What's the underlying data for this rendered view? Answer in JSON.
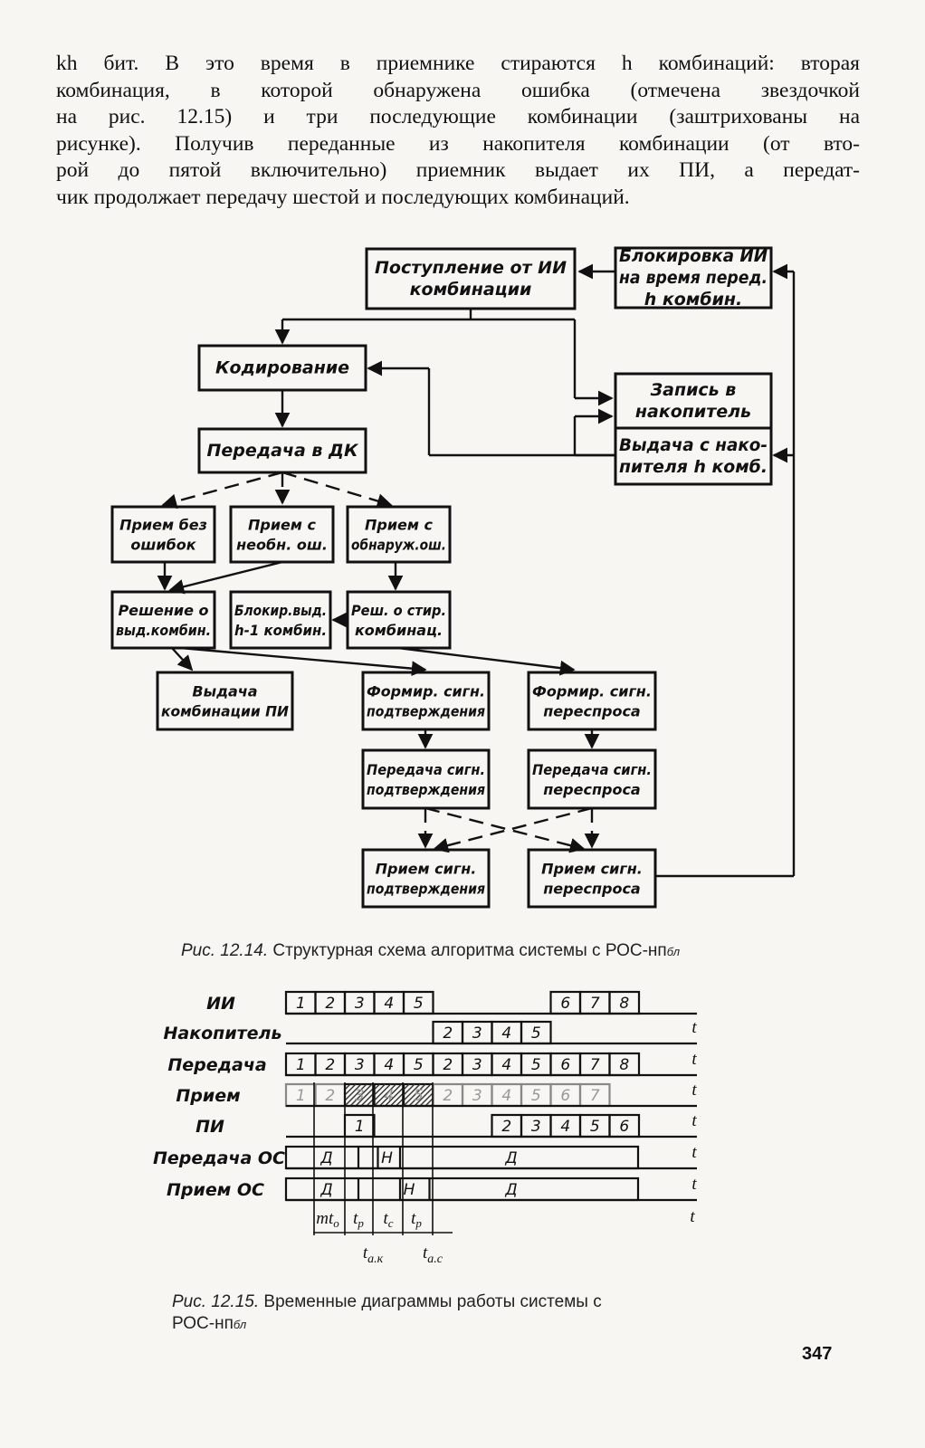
{
  "paragraph": {
    "lines": [
      "kh бит. В это время в приемнике стираются h комбинаций: вторая",
      "комбинация, в которой обнаружена ошибка (отмечена звездочкой",
      "на рис. 12.15) и три последующие комбинации (заштрихованы на",
      "рисунке). Получив переданные из накопителя комбинации (от вто-",
      "рой до пятой включительно) приемник выдает их ПИ, а передат-",
      "чик продолжает передачу шестой и последующих комбинаций."
    ]
  },
  "flowchart": {
    "boxes": {
      "input": [
        "Поступление от ИИ",
        "комбинации"
      ],
      "block_ii": [
        "Блокировка ИИ",
        "на время перед.",
        "h комбин."
      ],
      "coding": [
        "Кодирование"
      ],
      "store": [
        "Запись в",
        "накопитель"
      ],
      "output_store": [
        "Выдача с нако-",
        "пителя h комб."
      ],
      "transmit": [
        "Передача в ДК"
      ],
      "rx_ok": [
        "Прием без",
        "ошибок"
      ],
      "rx_undet": [
        "Прием с",
        "необн. ош."
      ],
      "rx_det": [
        "Прием с",
        "обнаруж.ош."
      ],
      "decide": [
        "Решение о",
        "выд.комбин."
      ],
      "block_out": [
        "Блокир.выд.",
        "h-1 комбин."
      ],
      "erase": [
        "Реш. о стир.",
        "комбинац."
      ],
      "out_pi": [
        "Выдача",
        "комбинации ПИ"
      ],
      "form_ack": [
        "Формир. сигн.",
        "подтверждения"
      ],
      "form_req": [
        "Формир. сигн.",
        "переспроса"
      ],
      "tx_ack": [
        "Передача сигн.",
        "подтверждения"
      ],
      "tx_req": [
        "Передача сигн.",
        "переспроса"
      ],
      "rx_ack": [
        "Прием сигн.",
        "подтверждения"
      ],
      "rx_req": [
        "Прием сигн.",
        "переспроса"
      ]
    }
  },
  "caption1": {
    "label": "Рис. 12.14.",
    "text": "Структурная схема алгоритма системы с РОС-нп",
    "sub": "бл"
  },
  "timing": {
    "rows": [
      "ИИ",
      "Накопитель",
      "Передача",
      "Прием",
      "ПИ",
      "Передача ОС",
      "Прием ОС"
    ],
    "ii_a": [
      "1",
      "2",
      "3",
      "4",
      "5"
    ],
    "ii_b": [
      "6",
      "7",
      "8"
    ],
    "store": [
      "2",
      "3",
      "4",
      "5"
    ],
    "tx": [
      "1",
      "2",
      "3",
      "4",
      "5",
      "2",
      "3",
      "4",
      "5",
      "6",
      "7",
      "8"
    ],
    "rx": [
      "1",
      "2",
      "3",
      "4",
      "5",
      "2",
      "3",
      "4",
      "5",
      "6",
      "7"
    ],
    "pi_a": [
      "1"
    ],
    "pi_b": [
      "2",
      "3",
      "4",
      "5",
      "6"
    ],
    "os_tx": [
      "Д",
      "Н",
      "Д"
    ],
    "os_rx": [
      "Д",
      "Н",
      "Д"
    ],
    "t_axis": "t",
    "intervals": [
      "mt",
      "t",
      "t",
      "t"
    ],
    "interval_subs": [
      "o",
      "p",
      "c",
      "p"
    ],
    "marks": [
      "t",
      "t"
    ],
    "mark_subs": [
      "a.к",
      "a.c"
    ]
  },
  "caption2": {
    "label": "Рис. 12.15.",
    "text": "Временные диаграммы работы системы с",
    "line2": "РОС-нп",
    "sub": "бл"
  },
  "page_number": "347"
}
